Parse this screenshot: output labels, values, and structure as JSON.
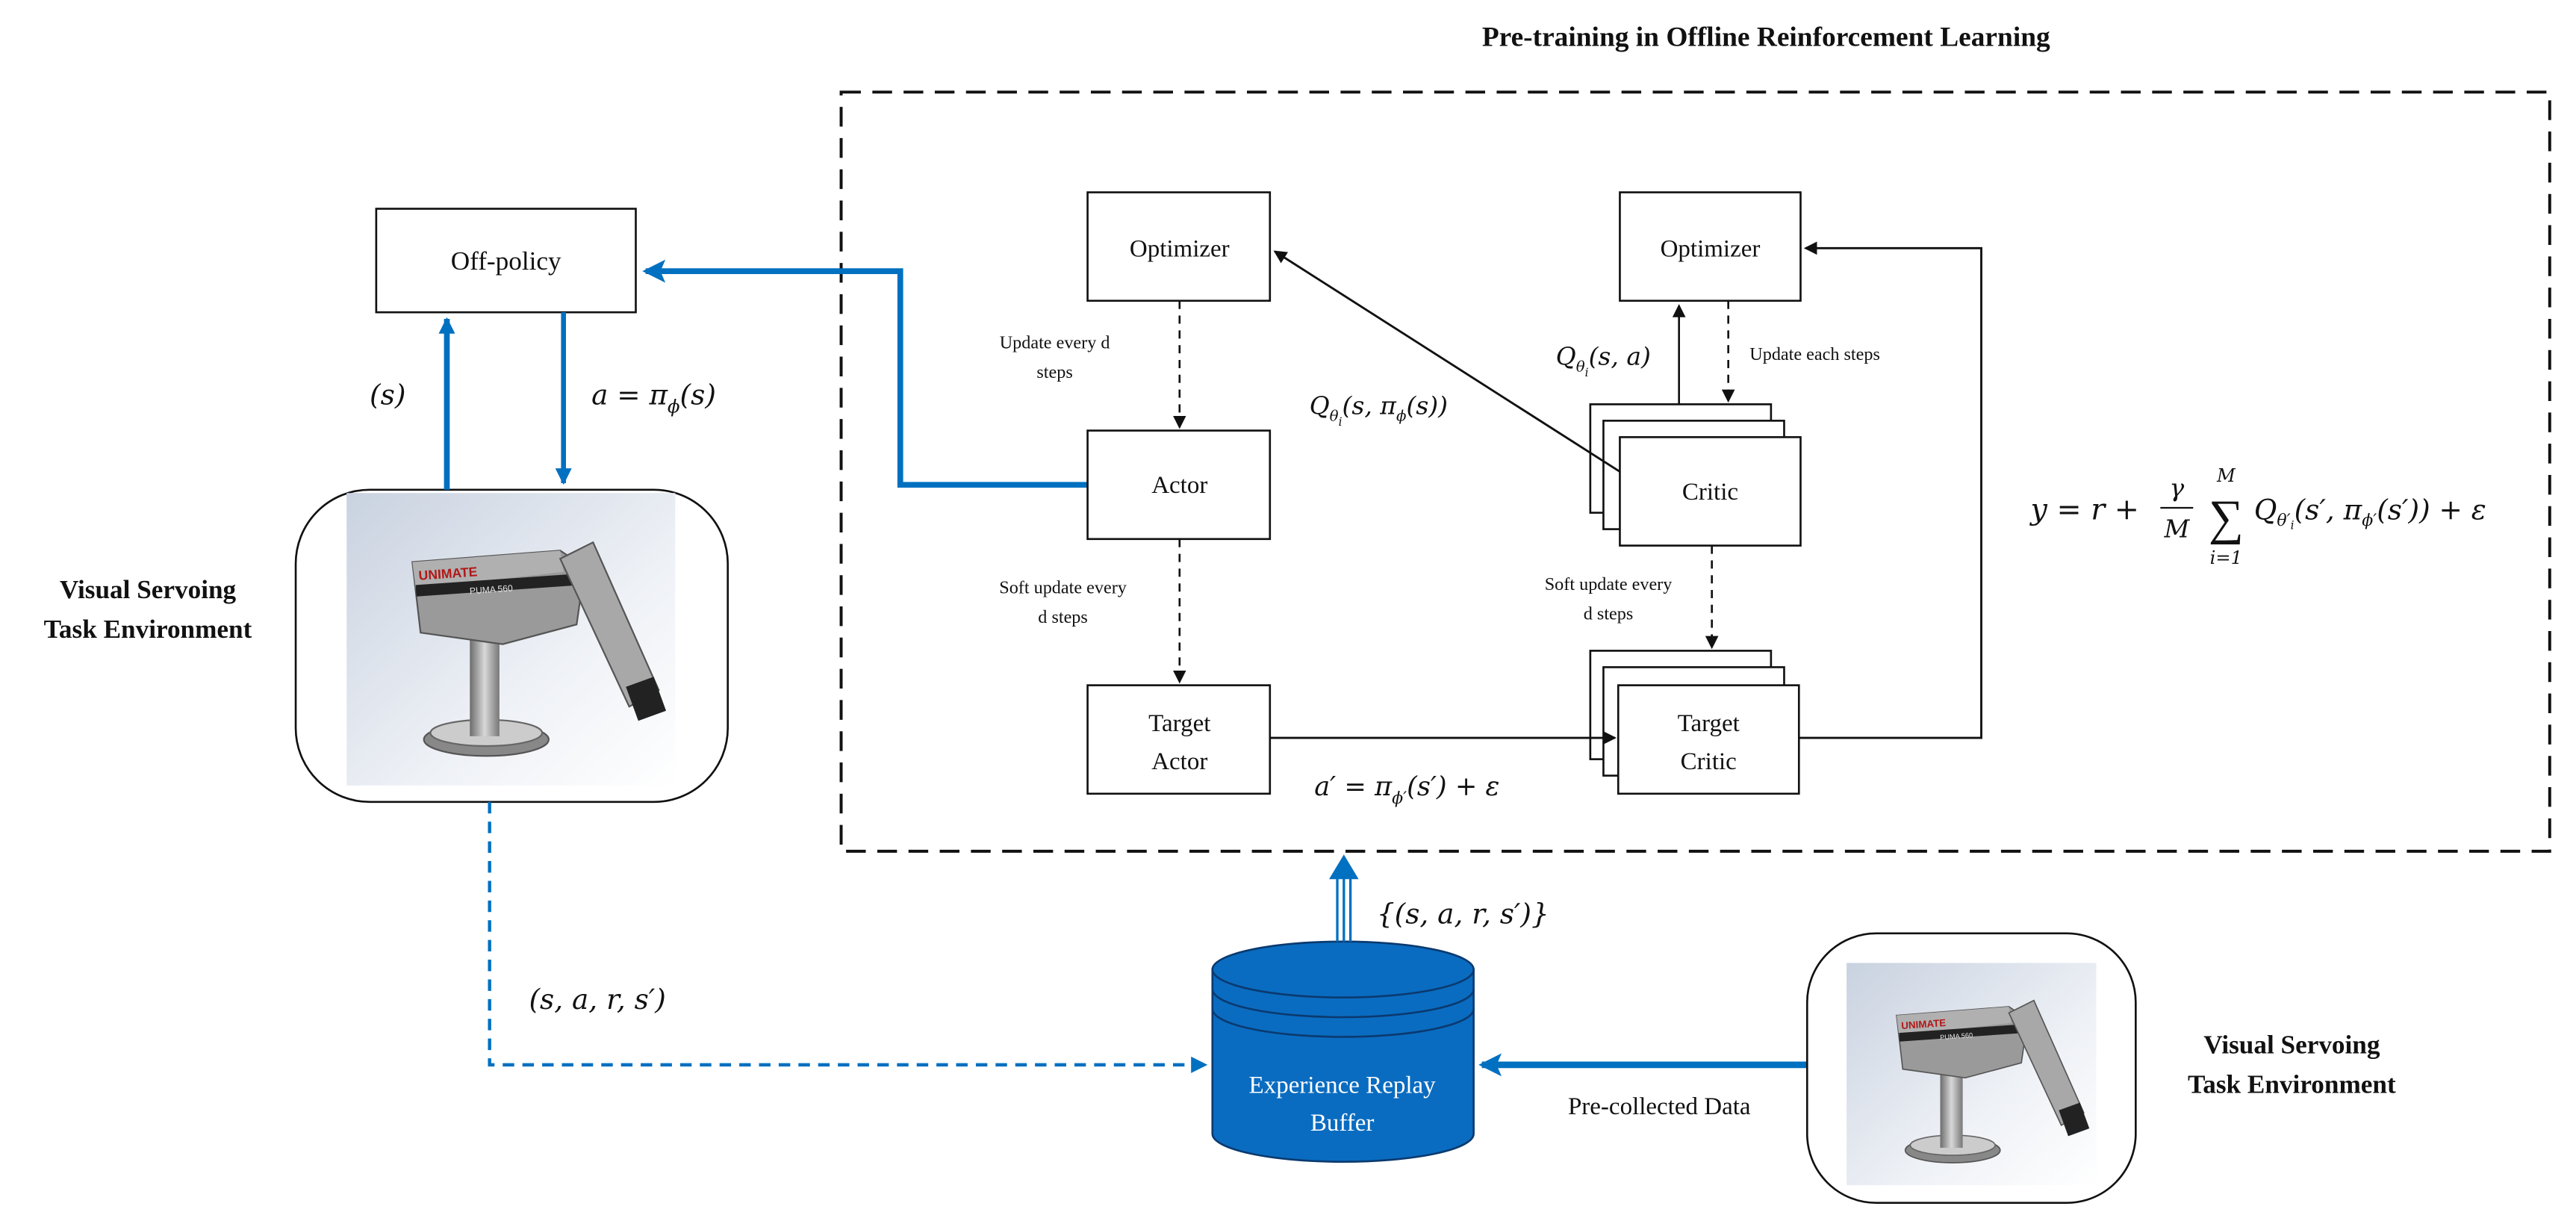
{
  "title": "Pre-training in Offline Reinforcement Learning",
  "colors": {
    "accent_blue": "#0070c0",
    "buffer_fill": "#0a6cc0",
    "line": "#111111"
  },
  "nodes": {
    "off_policy": "Off-policy",
    "optimizer_actor": "Optimizer",
    "optimizer_critic": "Optimizer",
    "actor": "Actor",
    "critic": "Critic",
    "target_actor": [
      "Target",
      "Actor"
    ],
    "target_critic": [
      "Target",
      "Critic"
    ],
    "buffer": [
      "Experience Replay",
      "Buffer"
    ],
    "env_left": [
      "Visual Servoing",
      "Task Environment"
    ],
    "env_right": [
      "Visual Servoing",
      "Task Environment"
    ]
  },
  "labels": {
    "update_actor": [
      "Update every d",
      "steps"
    ],
    "update_critic": "Update each steps",
    "soft_update_actor": [
      "Soft update every",
      "d steps"
    ],
    "soft_update_critic": [
      "Soft update every",
      "d steps"
    ],
    "state": "(s)",
    "action": "a = π",
    "action_sub": "ϕ",
    "action_tail": "(s)",
    "q_actor": "Q",
    "q_actor_sub": "θ",
    "q_actor_subsub": "i",
    "q_actor_tail": "(s, π",
    "q_actor_tail_sub": "ϕ",
    "q_actor_tail_end": "(s))",
    "q_critic": "Q",
    "q_critic_sub": "θ",
    "q_critic_subsub": "i",
    "q_critic_tail": "(s, a)",
    "target_action": "a′ = π",
    "target_action_sub": "ϕ′",
    "target_action_tail": "(s′) + ε",
    "transition": "(s, a, r, s′)",
    "batch": "{(s, a, r, s′)}",
    "pre_collected": "Pre-collected Data"
  },
  "target_formula": {
    "lhs": "y = r +",
    "frac_num": "γ",
    "frac_den": "M",
    "sum": "∑",
    "sum_top": "M",
    "sum_bottom": "i=1",
    "q": "Q",
    "q_sub": "θ′",
    "q_subsub": "i",
    "body": "(s′, π",
    "body_sub": "ϕ′",
    "tail": "(s′)) + ε"
  },
  "robot_brand": "UNIMATE",
  "robot_model": "PUMA 560"
}
